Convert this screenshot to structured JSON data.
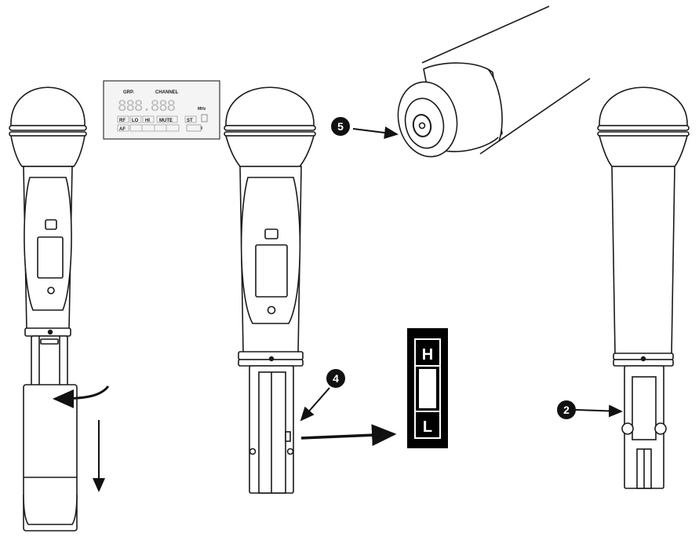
{
  "lcd": {
    "grp_label": "GRP.",
    "channel_label": "CHANNEL",
    "digits": "888.888",
    "unit": "MHz",
    "rf": "RF",
    "lo": "LO",
    "hi": "HI",
    "mute": "MUTE",
    "st": "ST",
    "af": "AF"
  },
  "callouts": {
    "five": "5",
    "four": "4",
    "two": "2"
  },
  "switch": {
    "high": "H",
    "low": "L"
  },
  "colors": {
    "line": "#1a1a1a",
    "fill_light": "#ffffff",
    "lcd_bg": "#f4f4f4",
    "switch_bg": "#000000"
  }
}
